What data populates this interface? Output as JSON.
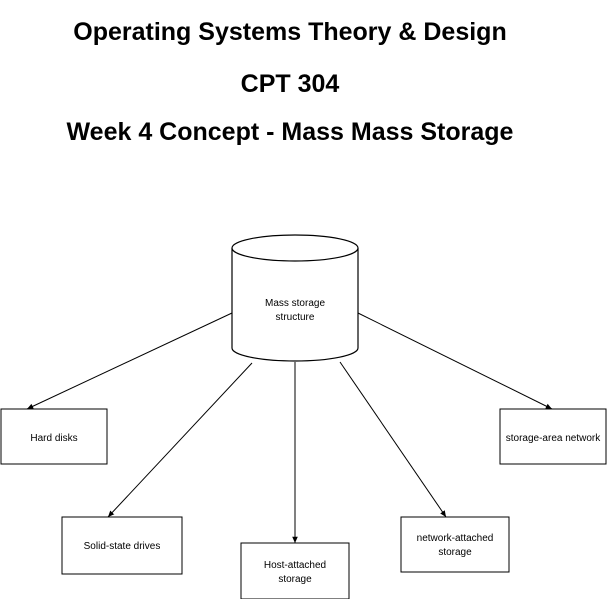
{
  "title": {
    "line1": "Operating Systems Theory & Design",
    "line2": "CPT 304",
    "line3": "Week 4 Concept - Mass Mass Storage"
  },
  "diagram": {
    "center": {
      "label_line1": "Mass storage",
      "label_line2": "structure"
    },
    "nodes": [
      {
        "id": "hard-disks",
        "label_line1": "Hard disks",
        "label_line2": ""
      },
      {
        "id": "solid-state-drives",
        "label_line1": "Solid-state drives",
        "label_line2": ""
      },
      {
        "id": "host-attached-storage",
        "label_line1": "Host-attached",
        "label_line2": "storage"
      },
      {
        "id": "network-attached-storage",
        "label_line1": "network-attached",
        "label_line2": "storage"
      },
      {
        "id": "storage-area-network",
        "label_line1": "storage-area network",
        "label_line2": ""
      }
    ]
  }
}
